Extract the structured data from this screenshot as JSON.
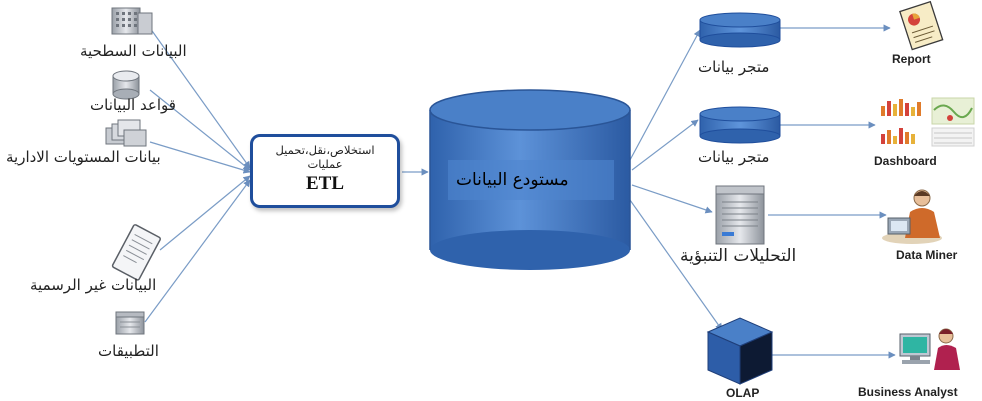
{
  "sources": [
    {
      "label": "البيانات السطحية",
      "icon": "building-icon"
    },
    {
      "label": "قواعد البيانات",
      "icon": "database-icon"
    },
    {
      "label": "بيانات المستويات الادارية",
      "icon": "files-icon"
    },
    {
      "label": "البيانات غير الرسمية",
      "icon": "document-icon"
    },
    {
      "label": "التطبيقات",
      "icon": "application-icon"
    }
  ],
  "etl": {
    "description": "استخلاص،نقل،تحميل عمليات",
    "label": "ETL"
  },
  "warehouse": {
    "label": "مستودع البيانات"
  },
  "marts": [
    {
      "label": "متجر بيانات"
    },
    {
      "label": "متجر بيانات"
    }
  ],
  "analytics": {
    "label": "التحليلات التنبؤية"
  },
  "olap": {
    "label": "OLAP"
  },
  "outputs": [
    {
      "label": "Report",
      "icon": "report-icon"
    },
    {
      "label": "Dashboard",
      "icon": "dashboard-icon"
    },
    {
      "label": "Data Miner",
      "icon": "person-icon"
    },
    {
      "label": "Business Analyst",
      "icon": "computer-user-icon"
    }
  ],
  "colors": {
    "primary": "#1f4e9c",
    "cylinder": "#4a80c8",
    "arrow": "#7a9cc6"
  }
}
